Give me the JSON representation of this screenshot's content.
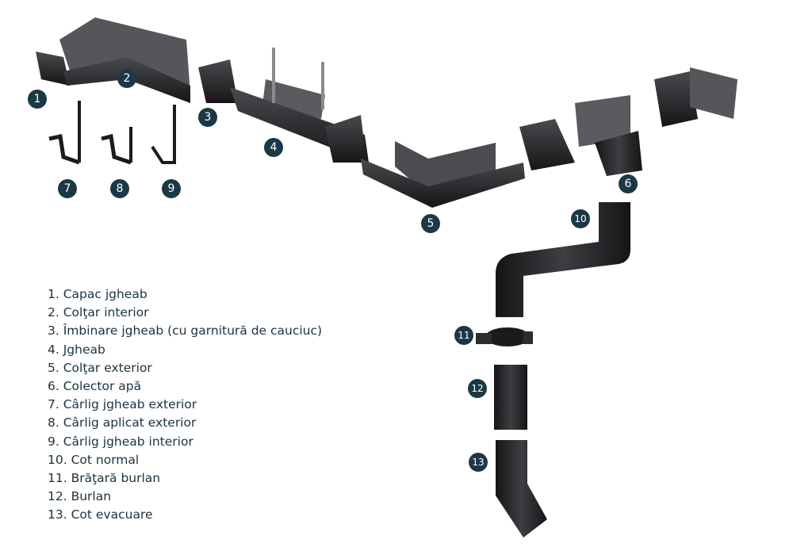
{
  "colors": {
    "badge": "#1c3846",
    "part": "#1b1b1d",
    "part_light": "#3a3b3e",
    "text": "#1c3240"
  },
  "badges": [
    "1",
    "2",
    "3",
    "4",
    "5",
    "6",
    "7",
    "8",
    "9",
    "10",
    "11",
    "12",
    "13"
  ],
  "legend": [
    "1. Capac jgheab",
    "2. Colţar interior",
    "3. Îmbinare jgheab (cu garnitură de cauciuc)",
    "4. Jgheab",
    "5. Colţar exterior",
    "6. Colector apă",
    "7. Cârlig jgheab exterior",
    "8. Cârlig aplicat exterior",
    "9. Cârlig jgheab interior",
    "10. Cot normal",
    "11. Brăţară burlan",
    "12. Burlan",
    "13. Cot evacuare"
  ]
}
